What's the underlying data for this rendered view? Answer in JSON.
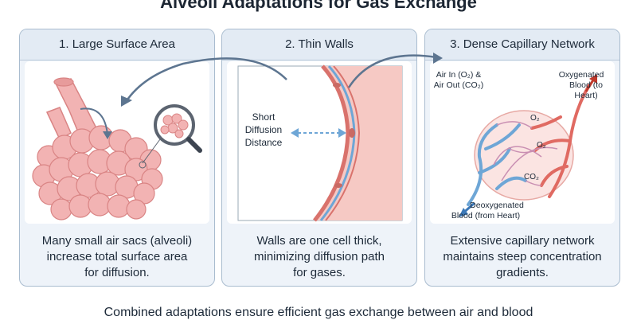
{
  "title": "Alveoli Adaptations for Gas Exchange",
  "panels": [
    {
      "heading": "1. Large Surface Area",
      "caption_lines": [
        "Many small air sacs (alveoli)",
        "increase total surface area",
        "for diffusion."
      ]
    },
    {
      "heading": "2. Thin Walls",
      "label_lines": [
        "Short",
        "Diffusion",
        "Distance"
      ],
      "caption_lines": [
        "Walls are one cell thick,",
        "minimizing diffusion path",
        "for gases."
      ]
    },
    {
      "heading": "3. Dense Capillary Network",
      "air_label_lines": [
        "Air In (O₂) &",
        "Air Out (CO₂)"
      ],
      "oxy_label_lines": [
        "Oxygenated",
        "Blood (to",
        "Heart)"
      ],
      "deoxy_label_lines": [
        "Deoxygenated",
        "Blood (from Heart)"
      ],
      "gas_labels": [
        "O₂",
        "O₂",
        "CO₂"
      ],
      "caption_lines": [
        "Extensive capillary network",
        "maintains steep concentration",
        "gradients."
      ]
    }
  ],
  "footer": "Combined adaptations ensure efficient gas exchange between air and blood",
  "colors": {
    "alveoli": "#f2b3b3",
    "alveoli_stroke": "#d98484",
    "vein": "#6ea6d6",
    "artery": "#e06a62",
    "arrow": "#5d7590"
  }
}
